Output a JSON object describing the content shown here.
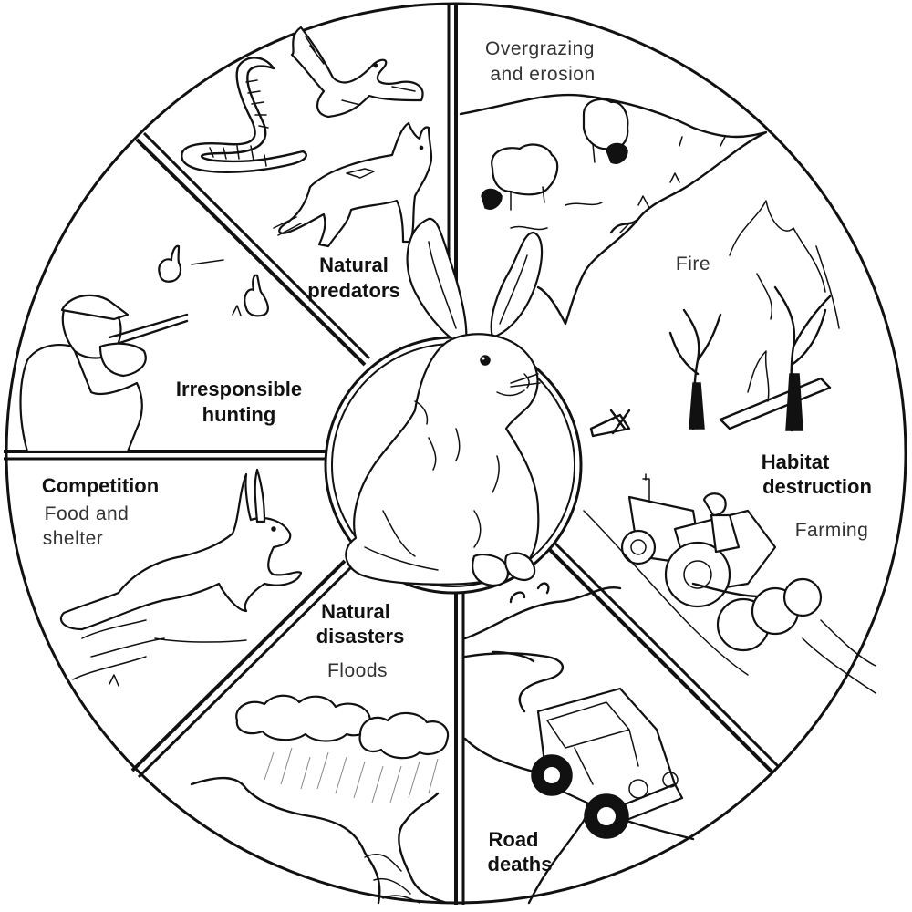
{
  "segments": {
    "natural_predators": {
      "title_line1": "Natural",
      "title_line2": "predators"
    },
    "habitat_destruction": {
      "title_line1": "Habitat",
      "title_line2": "destruction",
      "examples": {
        "overgrazing_line1": "Overgrazing",
        "overgrazing_line2": "and erosion",
        "fire": "Fire",
        "farming": "Farming"
      }
    },
    "road_deaths": {
      "title_line1": "Road",
      "title_line2": "deaths"
    },
    "natural_disasters": {
      "title_line1": "Natural",
      "title_line2": "disasters",
      "example": "Floods"
    },
    "competition": {
      "title": "Competition",
      "sub_line1": "Food and",
      "sub_line2": "shelter"
    },
    "irresponsible_hunting": {
      "title_line1": "Irresponsible",
      "title_line2": "hunting"
    }
  },
  "colors": {
    "ink": "#111111",
    "background": "#ffffff"
  }
}
